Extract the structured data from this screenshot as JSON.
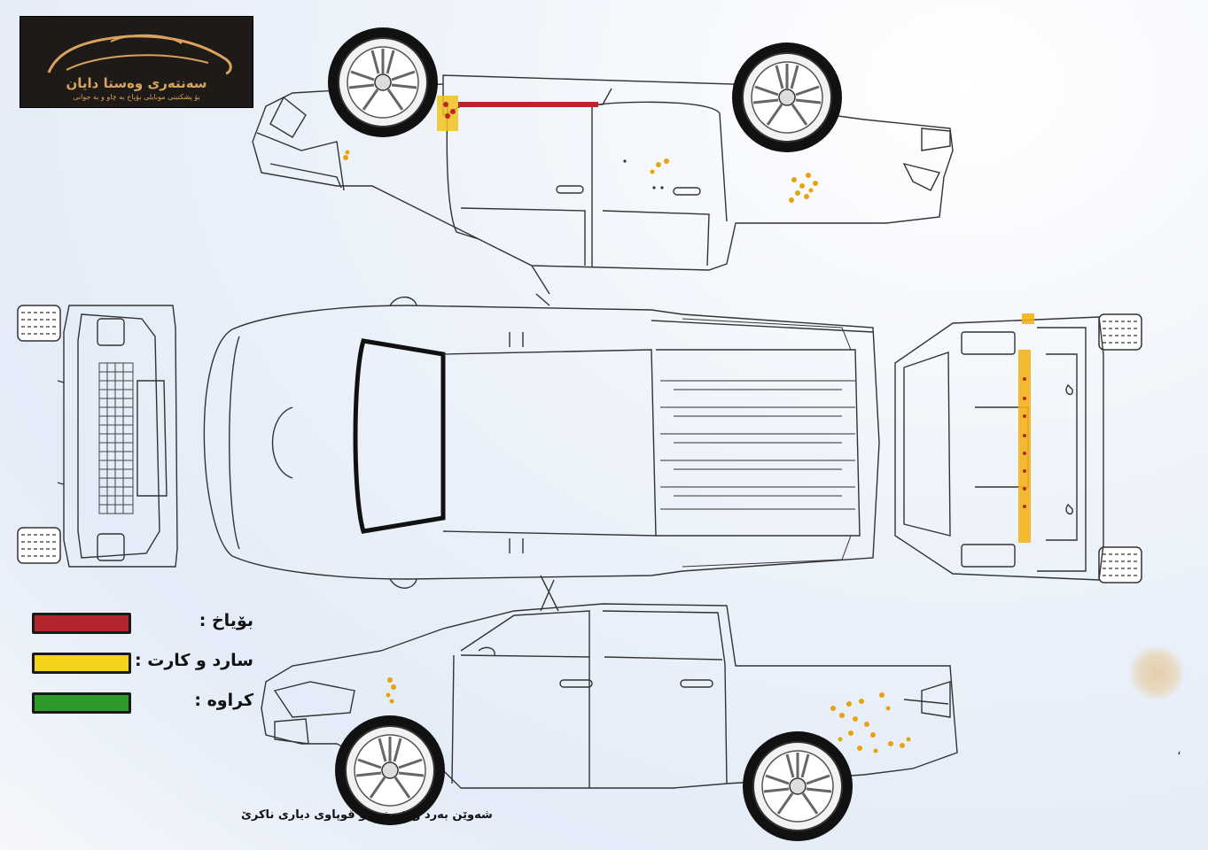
{
  "logo": {
    "brand_text": "سەنتەری وەستا دایان",
    "tagline": "بۆ پشکنینی موبایلی بۆیاخ بە چاو و بە جوانی"
  },
  "legend": [
    {
      "label": "بۆیاخ :",
      "color": "#b3262e",
      "meaning": "paint"
    },
    {
      "label": "سارد و کارت :",
      "color": "#f2d21b",
      "meaning": "filler"
    },
    {
      "label": "کراوە :",
      "color": "#2e9a2e",
      "meaning": "replaced"
    }
  ],
  "footer_note": "شەوێن بەرد و شوخت و قوپاوی دیاری ناکرێ",
  "edge_mark": "،",
  "icons": [
    "logo-car-icon",
    "pickup-truck-diagram"
  ]
}
